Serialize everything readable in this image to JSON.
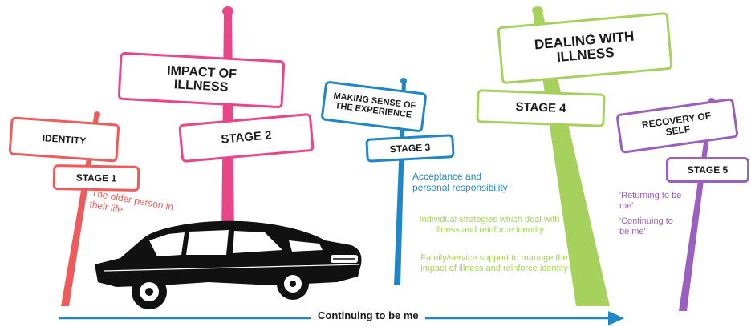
{
  "signs": {
    "identity": "IDENTITY",
    "stage1": "STAGE 1",
    "impact": "IMPACT OF ILLNESS",
    "stage2": "STAGE 2",
    "making_sense": "MAKING SENSE OF THE EXPERIENCE",
    "stage3": "STAGE 3",
    "dealing": "DEALING WITH ILLNESS",
    "stage4": "STAGE 4",
    "recovery": "RECOVERY OF SELF",
    "stage5": "STAGE 5"
  },
  "notes": {
    "stage1_note": "The older person in their life",
    "stage3_note": "Acceptance and personal responsibility",
    "stage4_note_a": "Individual strategies which deal with illness and reinforce identity",
    "stage4_note_b": "Family/service support to manage the impact of illness and reinforce identity",
    "stage5_note_a": "'Returning to be me'",
    "stage5_note_b": "'Continuing to be me'"
  },
  "baseline": "Continuing to be me",
  "colors": {
    "red": "#ef5b5b",
    "pink": "#e9468a",
    "blue": "#1f86c8",
    "green": "#a6d15c",
    "purple": "#9b5fc0",
    "arrow": "#1f86c8",
    "car": "#111111"
  },
  "icons": [
    "car-icon",
    "arrow-icon"
  ]
}
